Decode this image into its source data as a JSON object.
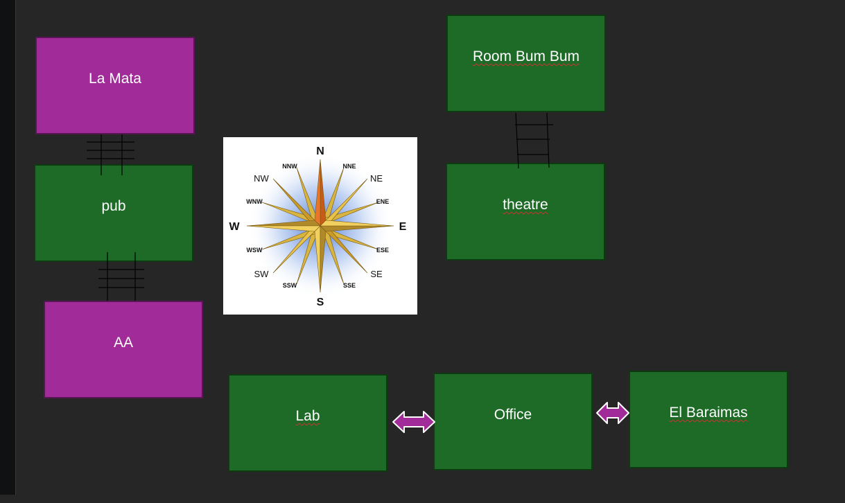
{
  "rooms": {
    "la_mata": "La Mata",
    "pub": "pub",
    "aa": "AA",
    "room_bum_bum": "Room Bum Bum",
    "theatre": "theatre",
    "lab": "Lab",
    "office": "Office",
    "el_baraimas": "El Baraimas"
  },
  "compass": {
    "n": "N",
    "nne": "NNE",
    "ne": "NE",
    "ene": "ENE",
    "e": "E",
    "ese": "ESE",
    "se": "SE",
    "sse": "SSE",
    "s": "S",
    "ssw": "SSW",
    "sw": "SW",
    "wsw": "WSW",
    "w": "W",
    "wnw": "WNW",
    "nw": "NW",
    "nnw": "NNW"
  },
  "colors": {
    "background": "#262626",
    "room_green": "#1d6b26",
    "room_purple": "#a12b98",
    "arrow_purple": "#a12b98"
  }
}
